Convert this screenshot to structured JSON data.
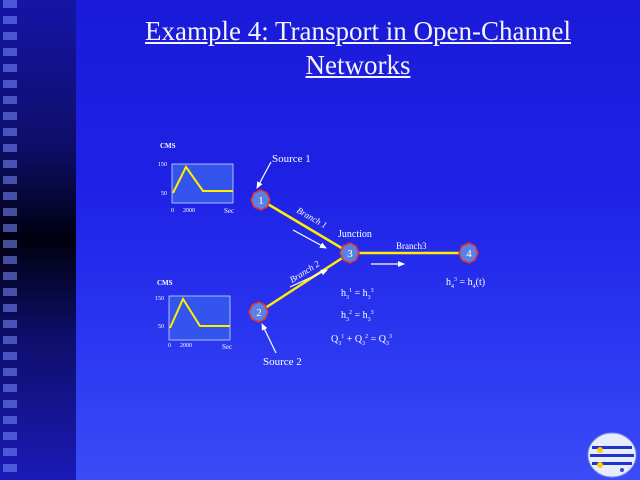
{
  "slide": {
    "title_line1": "Example 4:  Transport in Open-Channel",
    "title_line2": "Networks"
  },
  "nodes": [
    "1",
    "2",
    "3",
    "4"
  ],
  "labels": {
    "source1": "Source 1",
    "source2": "Source 2",
    "junction": "Junction",
    "branch1": "Branch 1",
    "branch2": "Branch 2",
    "branch3": "Branch3"
  },
  "hydrograph_top": {
    "units": "CMS",
    "y_high": "150",
    "y_low": "50",
    "x_zero": "0",
    "x_tick": "2000",
    "x_unit": "Sec"
  },
  "hydrograph_bottom": {
    "units": "CMS",
    "y_high": "150",
    "y_low": "50",
    "x_zero": "0",
    "x_tick": "2000",
    "x_unit": "Sec"
  },
  "colors": {
    "node_fill": "#5a82e6",
    "node_border": "#e03030",
    "branch": "#ffee00",
    "plot_fill": "#3355ee",
    "plot_line": "#ffee00"
  }
}
